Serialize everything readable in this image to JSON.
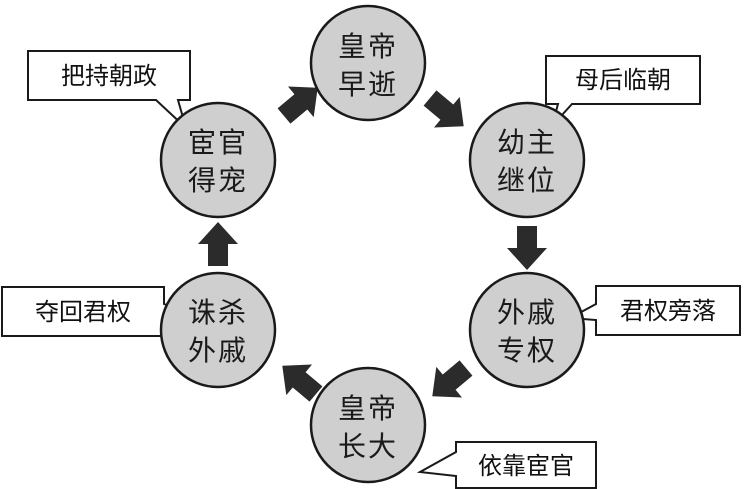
{
  "colors": {
    "node_fill": "#cfcfcf",
    "node_stroke": "#1a1a1a",
    "arrow": "#2b2b2b",
    "callout_fill": "#ffffff",
    "callout_stroke": "#1a1a1a",
    "text": "#111111"
  },
  "nodes": [
    {
      "id": "emperor-early-death",
      "line1": "皇帝",
      "line2": "早逝"
    },
    {
      "id": "young-ruler",
      "line1": "幼主",
      "line2": "继位"
    },
    {
      "id": "consort-kin-power",
      "line1": "外戚",
      "line2": "专权"
    },
    {
      "id": "emperor-grows-up",
      "line1": "皇帝",
      "line2": "长大"
    },
    {
      "id": "kill-consort-kin",
      "line1": "诛杀",
      "line2": "外戚"
    },
    {
      "id": "eunuch-favor",
      "line1": "宦官",
      "line2": "得宠"
    }
  ],
  "callouts": [
    {
      "id": "empress-regency",
      "text": "母后临朝"
    },
    {
      "id": "power-sidelined",
      "text": "君权旁落"
    },
    {
      "id": "rely-on-eunuchs",
      "text": "依靠宦官"
    },
    {
      "id": "regain-power",
      "text": "夺回君权"
    },
    {
      "id": "control-government",
      "text": "把持朝政"
    }
  ]
}
